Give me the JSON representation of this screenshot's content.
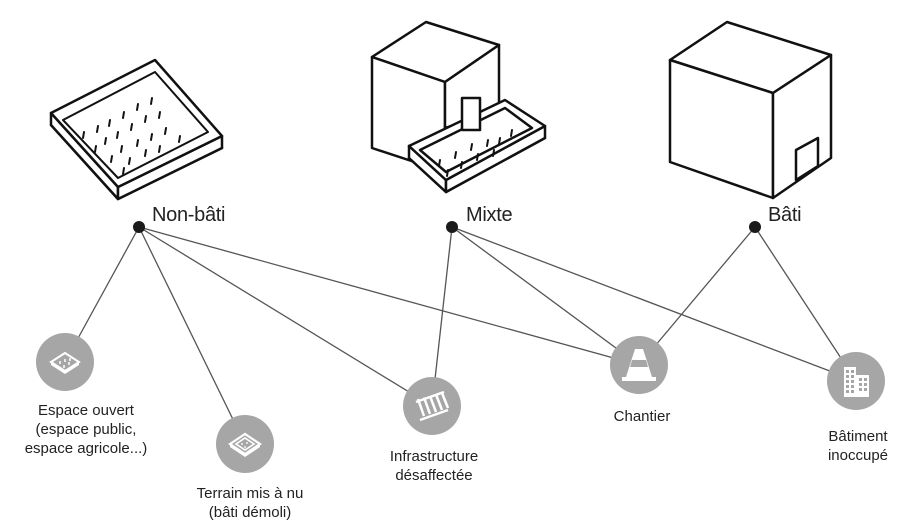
{
  "categories": [
    {
      "id": "non-bati",
      "label": "Non-bâti"
    },
    {
      "id": "mixte",
      "label": "Mixte"
    },
    {
      "id": "bati",
      "label": "Bâti"
    }
  ],
  "items": [
    {
      "id": "espace-ouvert",
      "lines": [
        "Espace ouvert",
        "(espace public,",
        "espace agricole...)"
      ],
      "icon": "open-plot-icon"
    },
    {
      "id": "terrain",
      "lines": [
        "Terrain mis à nu",
        "(bâti démoli)"
      ],
      "icon": "bare-plot-icon"
    },
    {
      "id": "infrastructure",
      "lines": [
        "Infrastructure",
        "désaffectée"
      ],
      "icon": "railway-icon"
    },
    {
      "id": "chantier",
      "lines": [
        "Chantier"
      ],
      "icon": "traffic-cone-icon"
    },
    {
      "id": "batiment",
      "lines": [
        "Bâtiment",
        "inoccupé"
      ],
      "icon": "buildings-icon"
    }
  ],
  "links": [
    [
      "non-bati",
      "espace-ouvert"
    ],
    [
      "non-bati",
      "terrain"
    ],
    [
      "non-bati",
      "infrastructure"
    ],
    [
      "non-bati",
      "chantier"
    ],
    [
      "mixte",
      "infrastructure"
    ],
    [
      "mixte",
      "chantier"
    ],
    [
      "mixte",
      "batiment"
    ],
    [
      "bati",
      "chantier"
    ],
    [
      "bati",
      "batiment"
    ]
  ],
  "colors": {
    "line": "#555555",
    "node": "#1a1a1a",
    "circle": "#a6a6a6",
    "icon": "#ffffff"
  }
}
